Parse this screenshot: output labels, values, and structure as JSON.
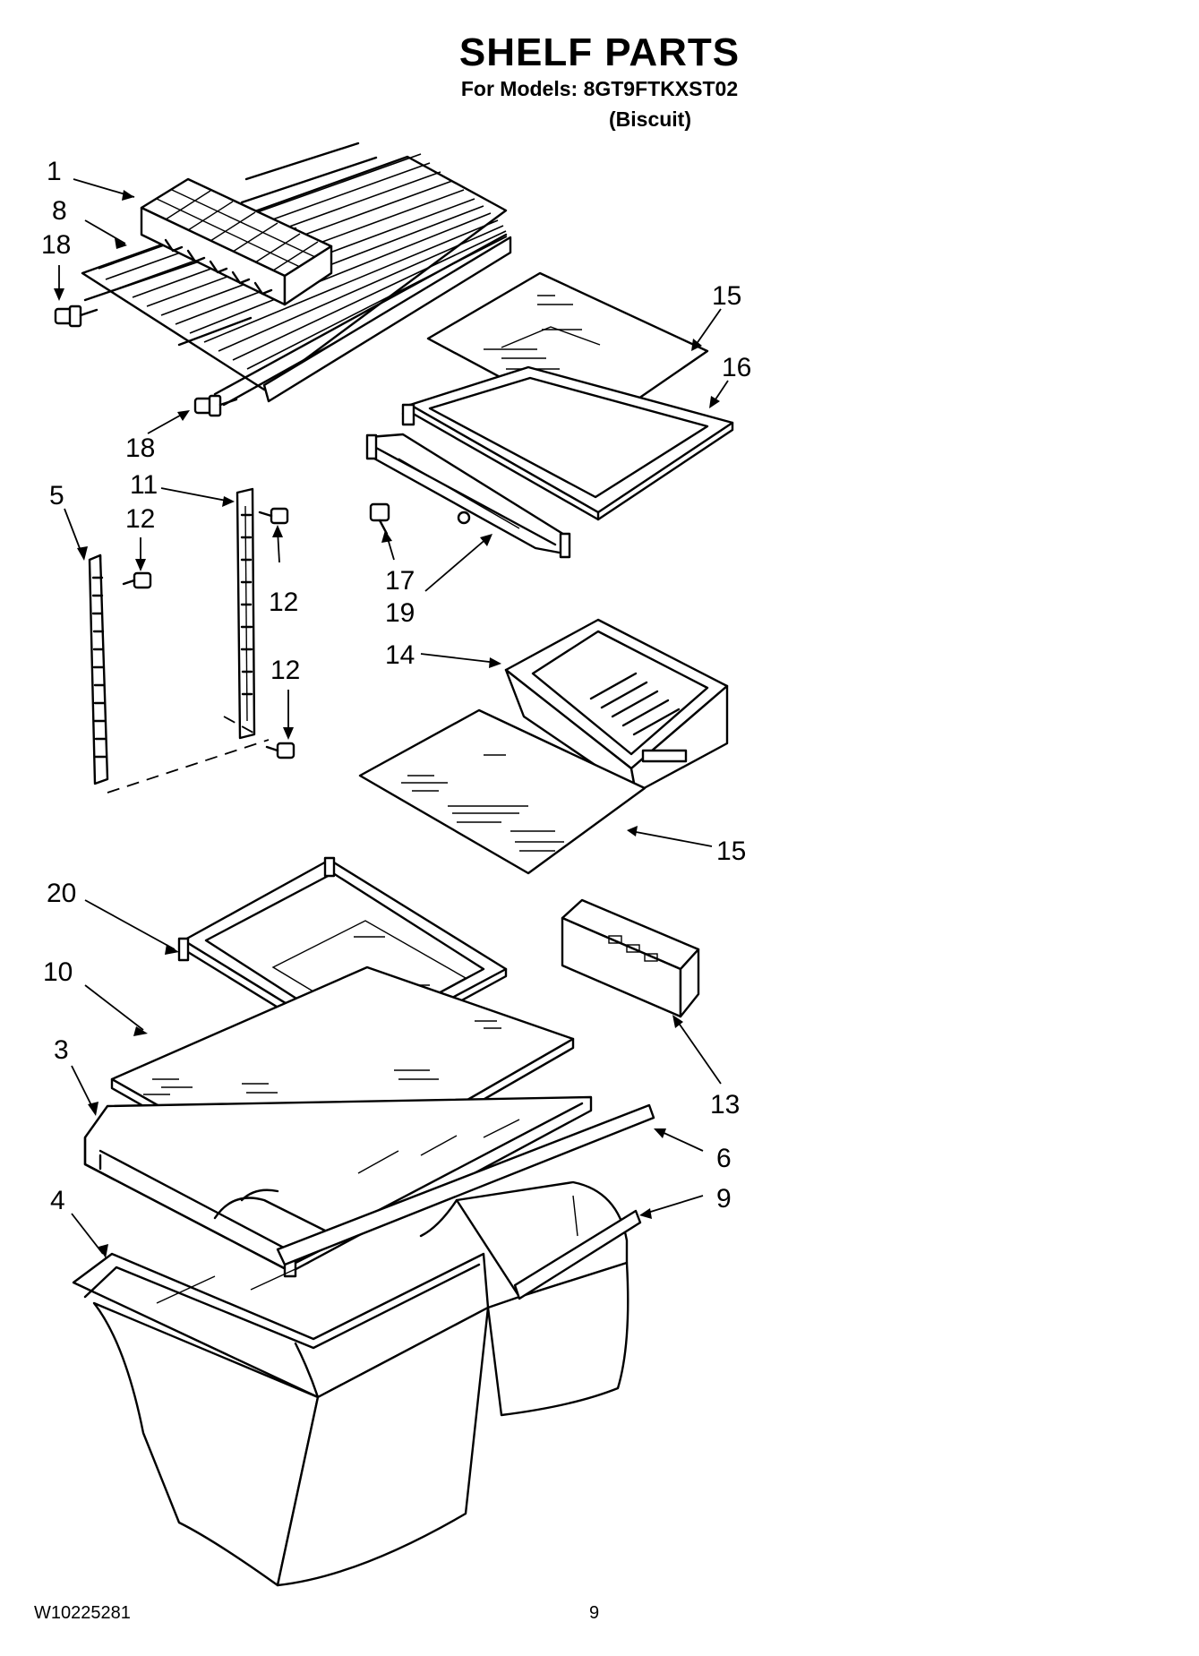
{
  "header": {
    "title": "SHELF PARTS",
    "models_line": "For Models: 8GT9FTKXST02",
    "color_line": "(Biscuit)"
  },
  "footer": {
    "doc_number": "W10225281",
    "page_number": "9"
  },
  "callouts": {
    "c1": "1",
    "c8": "8",
    "c18a": "18",
    "c18b": "18",
    "c15a": "15",
    "c16": "16",
    "c5": "5",
    "c11": "11",
    "c12a": "12",
    "c12b": "12",
    "c12c": "12",
    "c17": "17",
    "c19": "19",
    "c14": "14",
    "c15b": "15",
    "c20": "20",
    "c10": "10",
    "c3": "3",
    "c13": "13",
    "c6": "6",
    "c9": "9",
    "c4": "4"
  }
}
